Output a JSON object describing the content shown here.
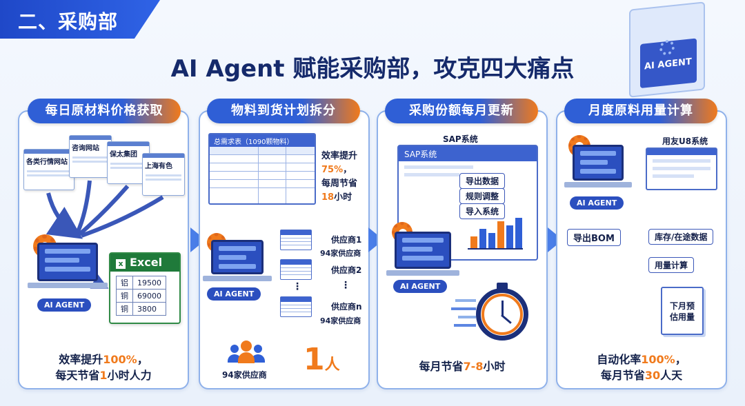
{
  "section": {
    "label": "二、采购部"
  },
  "title": "AI Agent 赋能采购部，攻克四大痛点",
  "deco": {
    "ai_agent_label": "AI AGENT"
  },
  "colors": {
    "blue": "#2f5fd6",
    "orange": "#f07a1c",
    "green": "#1f7a3a"
  },
  "cards": [
    {
      "title": "每日原材料价格获取",
      "websites": [
        "各类行情网站",
        "咨询网站",
        "保太集团",
        "上海有色"
      ],
      "agent_label": "AI AGENT",
      "excel": {
        "title": "Excel",
        "rows": [
          [
            "铝",
            "19500"
          ],
          [
            "铜",
            "69000"
          ],
          [
            "铜",
            "3800"
          ]
        ]
      },
      "summary": {
        "line1_pre": "效率提升",
        "line1_hl": "100%",
        "line1_post": "，",
        "line2_pre": "每天节省",
        "line2_hl": "1",
        "line2_post": "小时人力"
      }
    },
    {
      "title": "物料到货计划拆分",
      "table_title": "总需求表（1090颗物料）",
      "efficiency": {
        "l1": "效率提升",
        "l2": "75%",
        "l2_post": "，",
        "l3": "每周节省",
        "l4": "18",
        "l4_post": "小时"
      },
      "agent_label": "AI AGENT",
      "suppliers": [
        {
          "name": "供应商1",
          "sub": "94家供应商"
        },
        {
          "name": "供应商2",
          "sub": ""
        },
        {
          "name": "供应商n",
          "sub": "94家供应商"
        }
      ],
      "vdots": "⋮",
      "people_label": "94家供应商",
      "result": "1",
      "result_unit": "人"
    },
    {
      "title": "采购份额每月更新",
      "sap_header": "SAP系统",
      "sap_window": "SAP系统",
      "actions": [
        "导出数据",
        "规则调整",
        "导入系统"
      ],
      "agent_label": "AI AGENT",
      "chart_data": {
        "type": "bar",
        "values": [
          3,
          5,
          4,
          7,
          6,
          8
        ]
      },
      "summary": {
        "pre": "每月节省",
        "hl": "7-8",
        "post": "小时"
      }
    },
    {
      "title": "月度原料用量计算",
      "system": "用友U8系统",
      "agent_label": "AI AGENT",
      "steps": {
        "bom": "导出BOM",
        "stock": "库存/在途数据",
        "calc": "用量计算",
        "doc": "下月预估用量"
      },
      "summary": {
        "line1_pre": "自动化率",
        "line1_hl": "100%",
        "line1_post": "，",
        "line2_pre": "每月节省",
        "line2_hl": "30",
        "line2_post": "人天"
      }
    }
  ]
}
